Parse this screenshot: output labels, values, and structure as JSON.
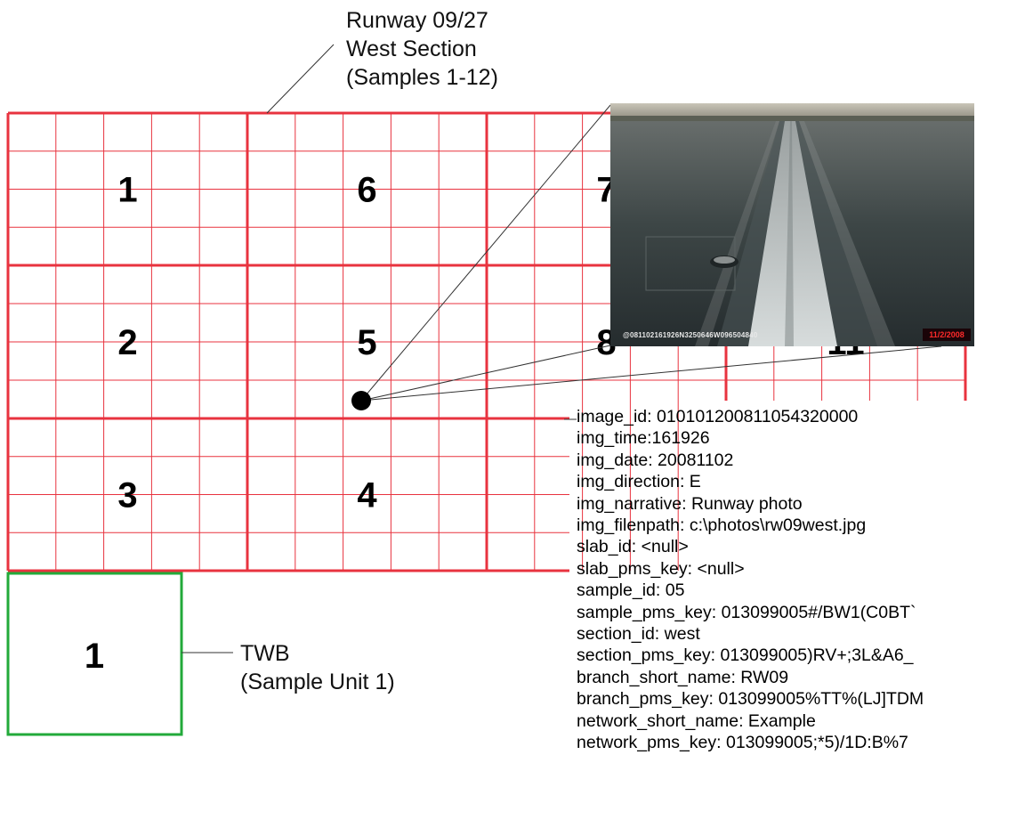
{
  "section_label": [
    "Runway 09/27",
    "West Section",
    "(Samples 1-12)"
  ],
  "samples": [
    {
      "label": "1",
      "col": 0,
      "row": 0
    },
    {
      "label": "6",
      "col": 1,
      "row": 0
    },
    {
      "label": "7",
      "col": 2,
      "row": 0
    },
    {
      "label": "2",
      "col": 0,
      "row": 1
    },
    {
      "label": "5",
      "col": 1,
      "row": 1
    },
    {
      "label": "8",
      "col": 2,
      "row": 1
    },
    {
      "label": "11",
      "col": 3,
      "row": 1
    },
    {
      "label": "3",
      "col": 0,
      "row": 2
    },
    {
      "label": "4",
      "col": 1,
      "row": 2
    }
  ],
  "twb_sample": {
    "label": "1",
    "caption": [
      "TWB",
      "(Sample Unit 1)"
    ]
  },
  "photo": {
    "stamp": "@081102161926N3250646W096504840",
    "date": "11/2/2008"
  },
  "attributes": [
    "image_id: 010101200811054320000",
    "img_time:161926",
    "img_date: 20081102",
    "img_direction: E",
    "img_narrative: Runway photo",
    "img_filenpath: c:\\photos\\rw09west.jpg",
    "slab_id: <null>",
    "slab_pms_key: <null>",
    "sample_id: 05",
    "sample_pms_key: 013099005#/BW1(C0BT`",
    "section_id: west",
    "section_pms_key: 013099005)RV+;3L&A6_",
    "branch_short_name: RW09",
    "branch_pms_key: 013099005%TT%(LJ]TDM",
    "network_short_name: Example",
    "network_pms_key: 013099005;*5)/1D:B%7"
  ],
  "colors": {
    "grid_line": "#e8333f",
    "twb_border": "#22aa3a",
    "leader": "#333333",
    "text": "#000000"
  }
}
